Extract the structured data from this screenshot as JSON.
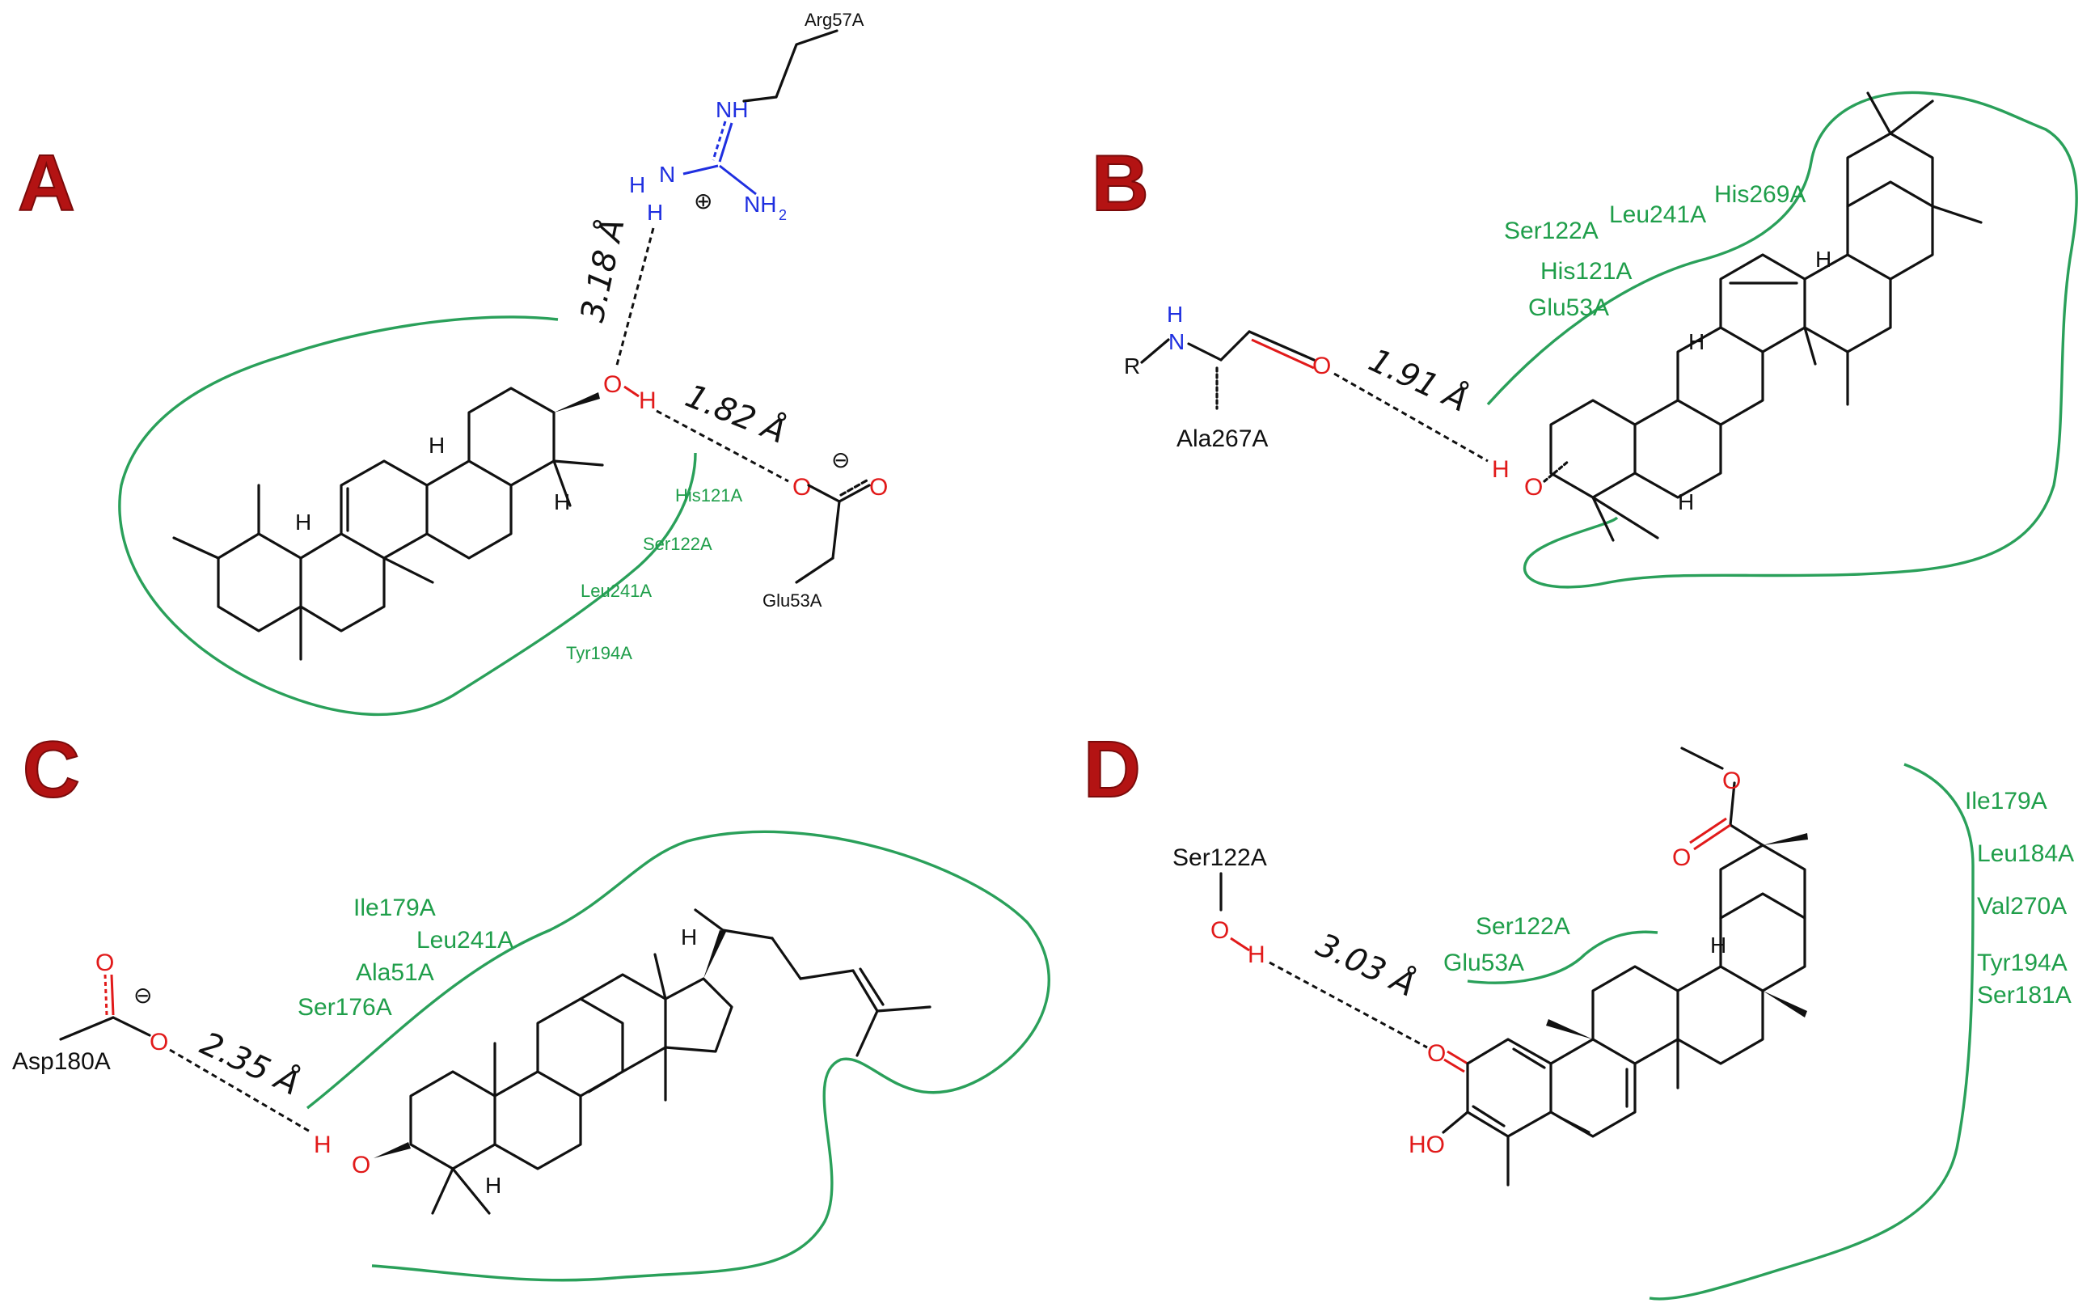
{
  "panels": {
    "A": {
      "letter": "A",
      "residues_green": [
        "His121A",
        "Ser122A",
        "Leu241A",
        "Tyr194A"
      ],
      "residue_arg": "Arg57A",
      "residue_glu": "Glu53A",
      "distance_1": "3.18 Å",
      "distance_2": "1.82 Å",
      "atoms": {
        "O": "O",
        "H": "H",
        "NH": "NH",
        "N": "N",
        "NH2": "NH",
        "charge_plus": "⊕",
        "charge_minus": "⊖"
      }
    },
    "B": {
      "letter": "B",
      "residues_green": [
        "Ser122A",
        "Leu241A",
        "His269A",
        "His121A",
        "Glu53A"
      ],
      "residue_ala": "Ala267A",
      "r_group": "R",
      "distance": "1.91 Å",
      "atoms": {
        "N": "N",
        "H": "H",
        "O": "O"
      }
    },
    "C": {
      "letter": "C",
      "residues_green": [
        "Ile179A",
        "Leu241A",
        "Ala51A",
        "Ser176A"
      ],
      "residue_asp": "Asp180A",
      "distance": "2.35 Å",
      "atoms": {
        "O": "O",
        "H": "H",
        "charge_minus": "⊖"
      }
    },
    "D": {
      "letter": "D",
      "residues_green_left": [
        "Ser122A",
        "Glu53A"
      ],
      "residues_green_right": [
        "Ile179A",
        "Leu184A",
        "Val270A",
        "Tyr194A",
        "Ser181A"
      ],
      "residue_ser": "Ser122A",
      "distance": "3.03 Å",
      "atoms": {
        "O": "O",
        "H": "H",
        "HO": "HO"
      }
    }
  }
}
